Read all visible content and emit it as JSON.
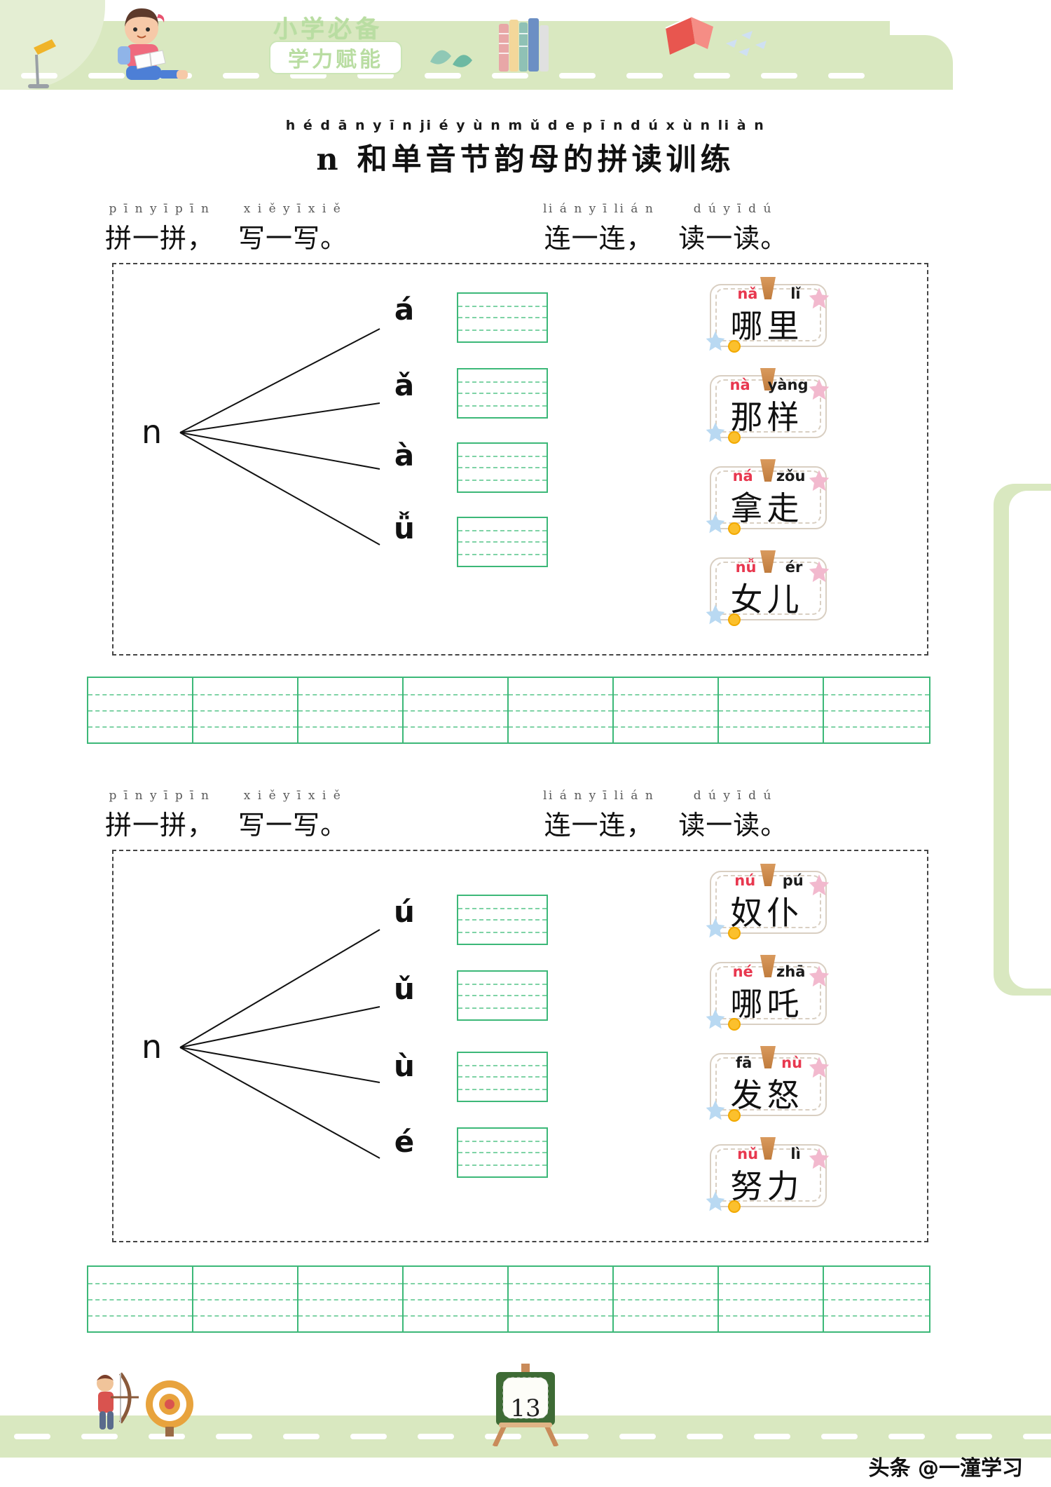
{
  "header": {
    "badge_top": "小学必备",
    "badge_box": "学力赋能",
    "icons": [
      "girl-reading-icon",
      "stack-of-books-icon",
      "desk-lamp-icon",
      "red-book-icon"
    ]
  },
  "title": {
    "pinyin": "h é d ā n y ī n ji é y ù n m ǔ  d e p ī n d ú x ù n li à n",
    "text": "n 和单音节韵母的拼读训练"
  },
  "sections": [
    {
      "id": "section-1",
      "head_left": {
        "pinyin_1": "p ī n y ī p ī n",
        "han_1": "拼一拼，",
        "pinyin_2": "x i ě y ī x i ě",
        "han_2": "写一写。"
      },
      "head_right": {
        "pinyin_1": "li á n y ī li á n",
        "han_1": "连一连，",
        "pinyin_2": "d ú y ī d ú",
        "han_2": "读一读。"
      },
      "initial": "n",
      "vowels": [
        "á",
        "ǎ",
        "à",
        "ǚ"
      ],
      "write_cells": 4,
      "cards": [
        {
          "pinyin_left": "nǎ",
          "pinyin_right": "lǐ",
          "word": "哪里",
          "red": "left"
        },
        {
          "pinyin_left": "nà",
          "pinyin_right": "yàng",
          "word": "那样",
          "red": "left"
        },
        {
          "pinyin_left": "ná",
          "pinyin_right": "zǒu",
          "word": "拿走",
          "red": "left"
        },
        {
          "pinyin_left": "nǚ",
          "pinyin_right": "ér",
          "word": "女儿",
          "red": "left"
        }
      ],
      "strip_cells": 8
    },
    {
      "id": "section-2",
      "head_left": {
        "pinyin_1": "p ī n y ī p ī n",
        "han_1": "拼一拼，",
        "pinyin_2": "x i ě y ī x i ě",
        "han_2": "写一写。"
      },
      "head_right": {
        "pinyin_1": "li á n y ī li á n",
        "han_1": "连一连，",
        "pinyin_2": "d ú y ī d ú",
        "han_2": "读一读。"
      },
      "initial": "n",
      "vowels": [
        "ú",
        "ǔ",
        "ù",
        "é"
      ],
      "write_cells": 4,
      "cards": [
        {
          "pinyin_left": "nú",
          "pinyin_right": "pú",
          "word": "奴仆",
          "red": "left"
        },
        {
          "pinyin_left": "né",
          "pinyin_right": "zhā",
          "word": "哪吒",
          "red": "left"
        },
        {
          "pinyin_left": "fā",
          "pinyin_right": "nù",
          "word": "发怒",
          "red": "right"
        },
        {
          "pinyin_left": "nǔ",
          "pinyin_right": "lì",
          "word": "努力",
          "red": "left"
        }
      ],
      "strip_cells": 8
    }
  ],
  "footer": {
    "page_number": "13",
    "watermark": "头条 @一潼学习",
    "icons": [
      "archer-icon",
      "target-icon",
      "easel-icon"
    ]
  },
  "colors": {
    "band_green": "#d9e8c0",
    "grid_green": "#3cb878",
    "grid_dash": "#7fd3a6",
    "pinyin_red": "#e8384f",
    "card_border": "#d9cfc2",
    "badge_green": "#b9dda2"
  }
}
